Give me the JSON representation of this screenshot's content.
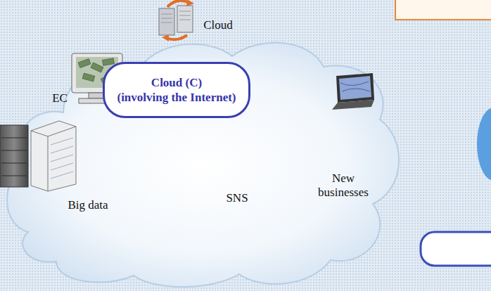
{
  "diagram": {
    "nodes": [
      {
        "text": [
          "Cloud (C)",
          "(involving the Internet)"
        ]
      }
    ],
    "labels": [
      "Cloud",
      "EC",
      "New businesses",
      "SNS",
      "Big data"
    ]
  }
}
